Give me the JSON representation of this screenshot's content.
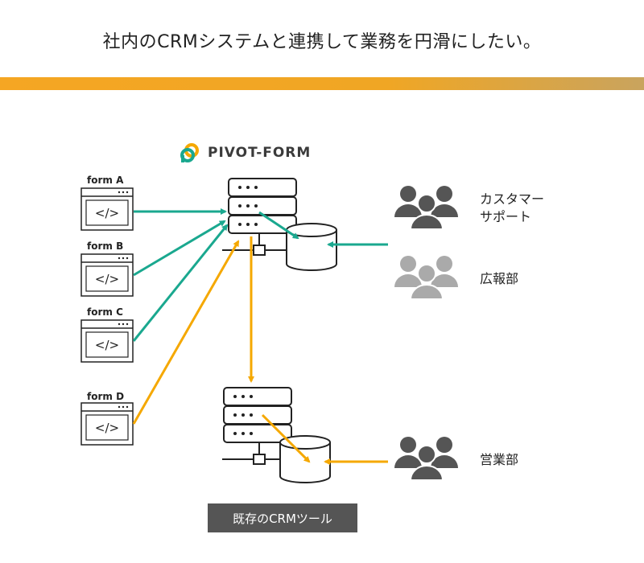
{
  "headline": "社内のCRMシステムと連携して業務を円滑にしたい。",
  "logo": {
    "text": "PIVOT-FORM",
    "icon": "pivot-form-logo-icon"
  },
  "forms": [
    {
      "label": "form A",
      "code": "</>"
    },
    {
      "label": "form B",
      "code": "</>"
    },
    {
      "label": "form C",
      "code": "</>"
    },
    {
      "label": "form D",
      "code": "</>"
    }
  ],
  "groups": {
    "customer_support": "カスタマー\nサポート",
    "pr": "広報部",
    "sales": "営業部"
  },
  "crm_label": "既存のCRMツール",
  "colors": {
    "teal": "#1aa88f",
    "orange": "#f5a800",
    "dark": "#555555",
    "light": "#aaaaaa"
  }
}
